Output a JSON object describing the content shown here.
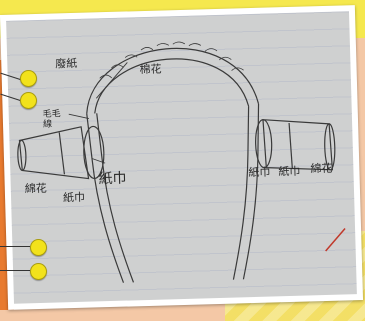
{
  "labels": {
    "waste_paper": "廢紙",
    "cotton_top": "棉花",
    "wool_yarn": "毛毛\n線",
    "tissue_left": "紙巾",
    "cotton_left": "綿花",
    "tissue_small_left": "紙巾",
    "tissue_right_1": "紙巾",
    "tissue_right_2": "紙巾",
    "cotton_right": "綿花"
  }
}
